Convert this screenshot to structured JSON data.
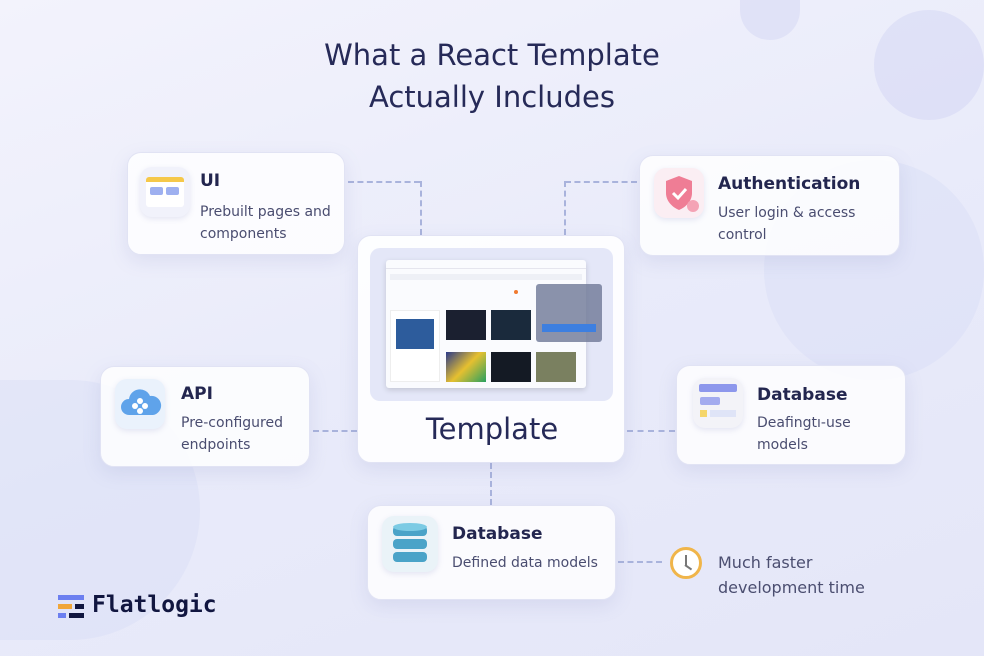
{
  "title_line1": "What a React Template",
  "title_line2": "Actually Includes",
  "cards": {
    "ui": {
      "title": "UI",
      "desc1": "Prebuilt pages and",
      "desc2": "components"
    },
    "auth": {
      "title": "Authentication",
      "desc1": "User login & access",
      "desc2": "control"
    },
    "api": {
      "title": "API",
      "desc1": "Pre-configured",
      "desc2": "endpoints"
    },
    "db_right": {
      "title": "Database",
      "desc1": "Deafingtı-use",
      "desc2": "models"
    },
    "db_bottom": {
      "title": "Database",
      "desc1": "Defined data models"
    },
    "center": {
      "title": "Template"
    }
  },
  "benefit": {
    "line1": "Much faster",
    "line2": "development time"
  },
  "logo": {
    "text": "Flatlogic"
  },
  "colors": {
    "accent": "#5b6bd8",
    "title": "#262a58",
    "orange": "#f0a63a"
  }
}
